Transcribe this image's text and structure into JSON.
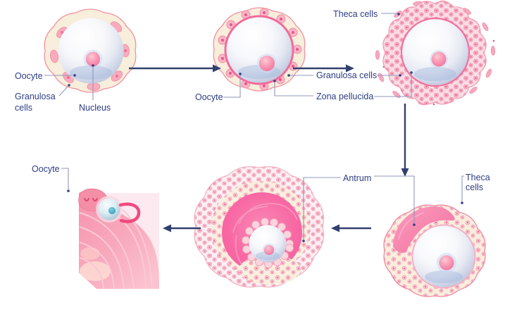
{
  "labels": {
    "stage1_oocyte": "Oocyte",
    "stage1_granulosa_line1": "Granulosa",
    "stage1_granulosa_line2": "cells",
    "stage1_nucleus": "Nucleus",
    "stage2_oocyte": "Oocyte",
    "granulosa_cells": "Granulosa cells",
    "zona_pellucida": "Zona pellucida",
    "stage3_theca_cells": "Theca cells",
    "antrum": "Antrum",
    "stage4_theca_line1": "Theca",
    "stage4_theca_line2": "cells",
    "stage6_oocyte": "Oocyte"
  },
  "colors": {
    "label_text": "#2e3d85",
    "arrow": "#31406f",
    "leader_line": "#8f97bd",
    "leader_dot": "#333f7d",
    "follicle_cream": "#f7eedb",
    "follicle_pink_edge": "#f2909f",
    "granulosa_cell_pink": "#f9bac8",
    "antrum_pink": "#f75d9d",
    "oocyte_sphere_edge": "#b6c1da",
    "nucleus_pink": "#f47da3",
    "ovary_pink": "#f79fb4",
    "ovulated_nucleus_teal": "#2b97b3",
    "background": "#ffffff"
  }
}
